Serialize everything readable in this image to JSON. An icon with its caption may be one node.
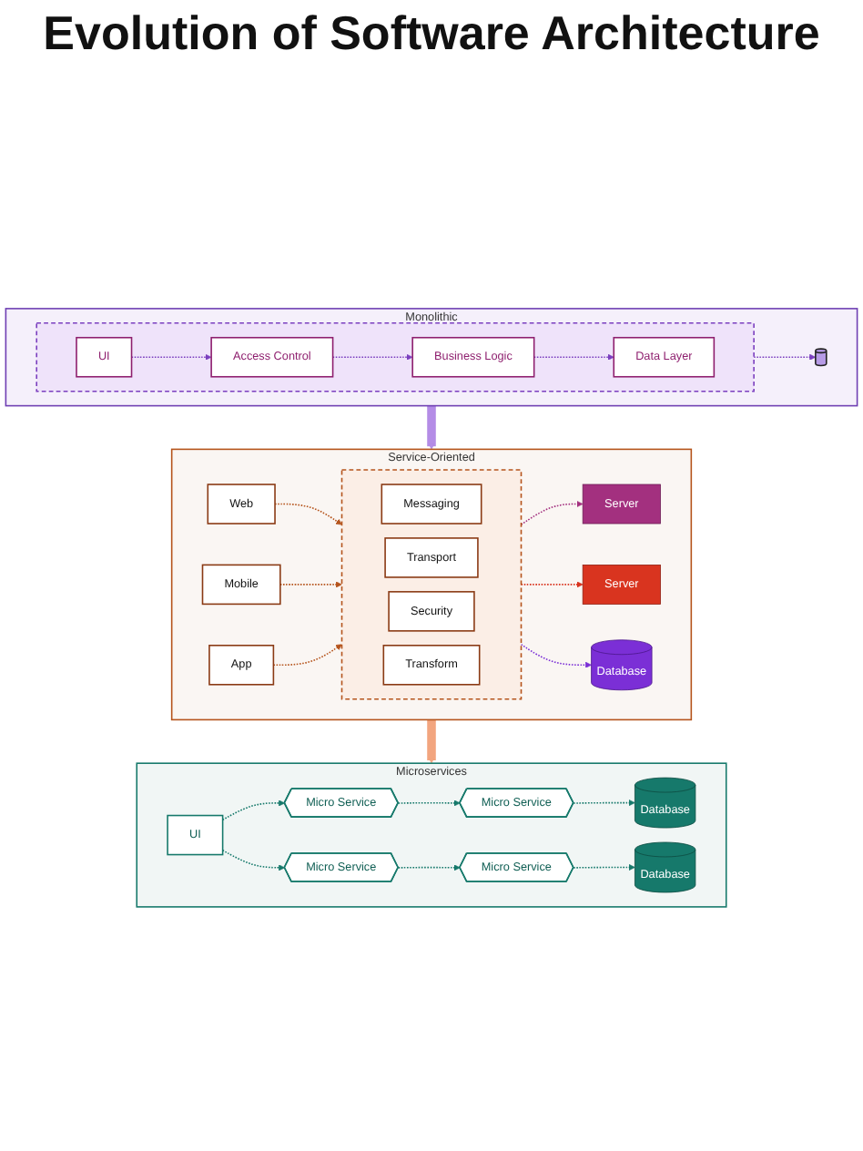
{
  "diagram": {
    "title": "Evolution of Software Architecture",
    "nodes": [
      {
        "text": [
          "Monolithic"
        ]
      },
      {
        "text": [],
        "shape": "box",
        "in": 0
      },
      {
        "text": [
          "UI"
        ],
        "in": 1
      },
      {
        "text": [
          "Access Control"
        ],
        "in": 1
      },
      {
        "text": [
          "Business Logic"
        ],
        "in": 1
      },
      {
        "text": [
          "Data Layer"
        ],
        "in": 1
      },
      {
        "text": [],
        "shape": "cylinder",
        "in": 0
      },
      {
        "text": [
          "Service-Oriented"
        ]
      },
      {
        "text": [
          "Web"
        ],
        "in": 7
      },
      {
        "text": [
          "Mobile"
        ],
        "in": 7
      },
      {
        "text": [
          "App"
        ],
        "in": 7
      },
      {
        "text": [],
        "shape": "box",
        "in": 7
      },
      {
        "text": [
          "Messaging"
        ],
        "in": 11
      },
      {
        "text": [
          "Transport"
        ],
        "in": 11
      },
      {
        "text": [
          "Security"
        ],
        "in": 11
      },
      {
        "text": [
          "Transform"
        ],
        "in": 11
      },
      {
        "text": [
          "Server"
        ],
        "in": 7
      },
      {
        "text": [
          "Server"
        ],
        "in": 7
      },
      {
        "text": [
          "Database"
        ],
        "in": 7
      },
      {
        "text": [
          "Microservices"
        ]
      },
      {
        "text": [
          "UI"
        ],
        "in": 19
      },
      {
        "text": [
          "Micro Service"
        ],
        "in": 19
      },
      {
        "text": [
          "Micro Service"
        ],
        "in": 19
      },
      {
        "text": [
          "Micro Service"
        ],
        "in": 19
      },
      {
        "text": [
          "Micro Service"
        ],
        "in": 19
      },
      {
        "text": [
          "Database"
        ],
        "in": 19
      },
      {
        "text": [
          "Database"
        ],
        "in": 19
      }
    ],
    "edges": [
      {
        "from": 2,
        "to": 3,
        "arrow": "to",
        "style": "dashed",
        "color": "#7b3fbf"
      },
      {
        "from": 3,
        "to": 4,
        "arrow": "to",
        "style": "dashed",
        "color": "#7b3fbf"
      },
      {
        "from": 4,
        "to": 5,
        "arrow": "to",
        "style": "dashed",
        "color": "#7b3fbf"
      },
      {
        "from": 1,
        "to": 6,
        "arrow": "to",
        "style": "dashed",
        "color": "#7b3fbf"
      },
      {
        "from": 0,
        "to": 7,
        "arrow": "to",
        "style": "thick",
        "color": "#b48ce6"
      },
      {
        "from": 8,
        "to": 11,
        "arrow": "to",
        "style": "dashed",
        "color": "#b5541c"
      },
      {
        "from": 9,
        "to": 11,
        "arrow": "to",
        "style": "dashed",
        "color": "#b5541c"
      },
      {
        "from": 10,
        "to": 11,
        "arrow": "to",
        "style": "dashed",
        "color": "#b5541c"
      },
      {
        "from": 11,
        "to": 16,
        "arrow": "to",
        "style": "dashed",
        "color": "#a3307f"
      },
      {
        "from": 11,
        "to": 17,
        "arrow": "to",
        "style": "dashed",
        "color": "#d9341f"
      },
      {
        "from": 11,
        "to": 18,
        "arrow": "to",
        "style": "dashed",
        "color": "#7b2fd6"
      },
      {
        "from": 7,
        "to": 19,
        "arrow": "to",
        "style": "thick",
        "color": "#f2a57f"
      },
      {
        "from": 20,
        "to": 21,
        "arrow": "to",
        "style": "dashed",
        "color": "#16796b"
      },
      {
        "from": 20,
        "to": 23,
        "arrow": "to",
        "style": "dashed",
        "color": "#16796b"
      },
      {
        "from": 21,
        "to": 22,
        "arrow": "to",
        "style": "dashed",
        "color": "#16796b"
      },
      {
        "from": 23,
        "to": 24,
        "arrow": "to",
        "style": "dashed",
        "color": "#16796b"
      },
      {
        "from": 22,
        "to": 25,
        "arrow": "to",
        "style": "dashed",
        "color": "#16796b"
      },
      {
        "from": 24,
        "to": 26,
        "arrow": "to",
        "style": "dashed",
        "color": "#16796b"
      }
    ]
  }
}
